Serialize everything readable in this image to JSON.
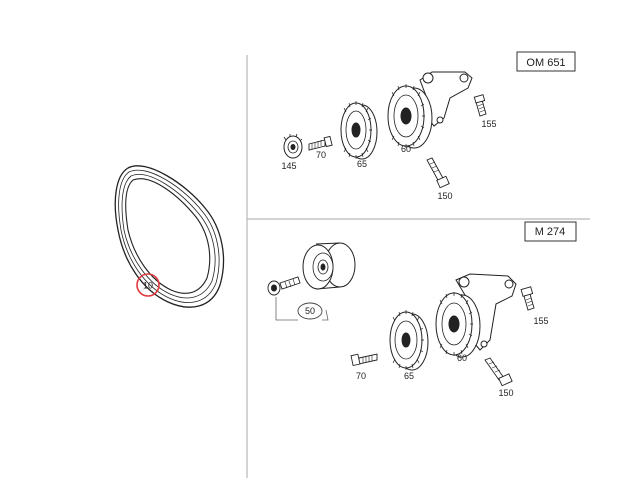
{
  "sections": [
    {
      "name": "OM 651"
    },
    {
      "name": "M 274"
    }
  ],
  "belt": {
    "callout": "10",
    "highlight_color": "#e0393e"
  },
  "om651": {
    "callouts": {
      "tensioner": "60",
      "pulley": "65",
      "bolt_small": "70",
      "idler_small": "145",
      "bolt_long": "150",
      "bolt_bracket": "155"
    }
  },
  "m274": {
    "callouts": {
      "idler_assembly": "50",
      "tensioner": "60",
      "pulley": "65",
      "bolt_small": "70",
      "bolt_long": "150",
      "bolt_bracket": "155"
    }
  },
  "colors": {
    "line": "#222222",
    "divider": "#b8b8b8",
    "light_stroke": "#8a8a8a"
  }
}
